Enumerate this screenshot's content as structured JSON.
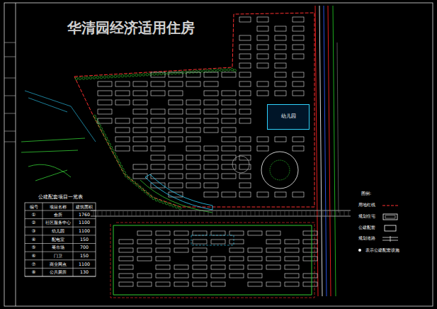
{
  "diagram": {
    "title": "华清园经济适用住房",
    "nodes": [
      {
        "text": [
          "幼儿园"
        ]
      }
    ],
    "labels": [
      "公建配套项目一览表",
      "编号",
      "项目名称",
      "建筑面积",
      "①",
      "会所",
      "1760",
      "②",
      "社区服务中心",
      "1100",
      "③",
      "幼儿园",
      "1100",
      "④",
      "配电室",
      "150",
      "⑤",
      "菜市场",
      "700",
      "⑥",
      "门卫",
      "150",
      "⑦",
      "商业网点",
      "1100",
      "⑧",
      "公共厕所",
      "130",
      "图例:",
      "表示公建配套设施"
    ],
    "legend": [
      {
        "text": "用地红线"
      },
      {
        "text": "规划住宅"
      },
      {
        "text": "公建配套"
      },
      {
        "text": "规划道路"
      }
    ]
  }
}
